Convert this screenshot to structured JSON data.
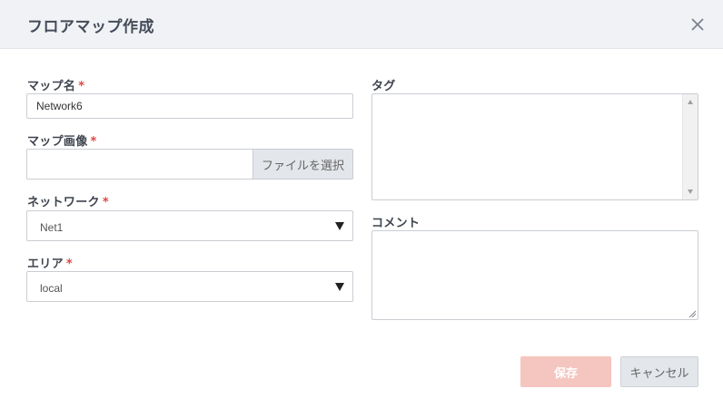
{
  "dialog": {
    "title": "フロアマップ作成",
    "close_icon": "close-icon"
  },
  "fields": {
    "map_name": {
      "label": "マップ名",
      "required": "*",
      "value": "Network6"
    },
    "map_image": {
      "label": "マップ画像",
      "required": "*",
      "value": "",
      "button_label": "ファイルを選択"
    },
    "network": {
      "label": "ネットワーク",
      "required": "*",
      "selected": "Net1"
    },
    "area": {
      "label": "エリア",
      "required": "*",
      "selected": "local"
    },
    "tag": {
      "label": "タグ",
      "value": ""
    },
    "comment": {
      "label": "コメント",
      "value": ""
    }
  },
  "actions": {
    "save_label": "保存",
    "cancel_label": "キャンセル"
  },
  "colors": {
    "header_bg": "#f0f2f5",
    "required": "#e04545",
    "save_bg": "#f5c5c0",
    "cancel_bg": "#e3e6ea"
  }
}
